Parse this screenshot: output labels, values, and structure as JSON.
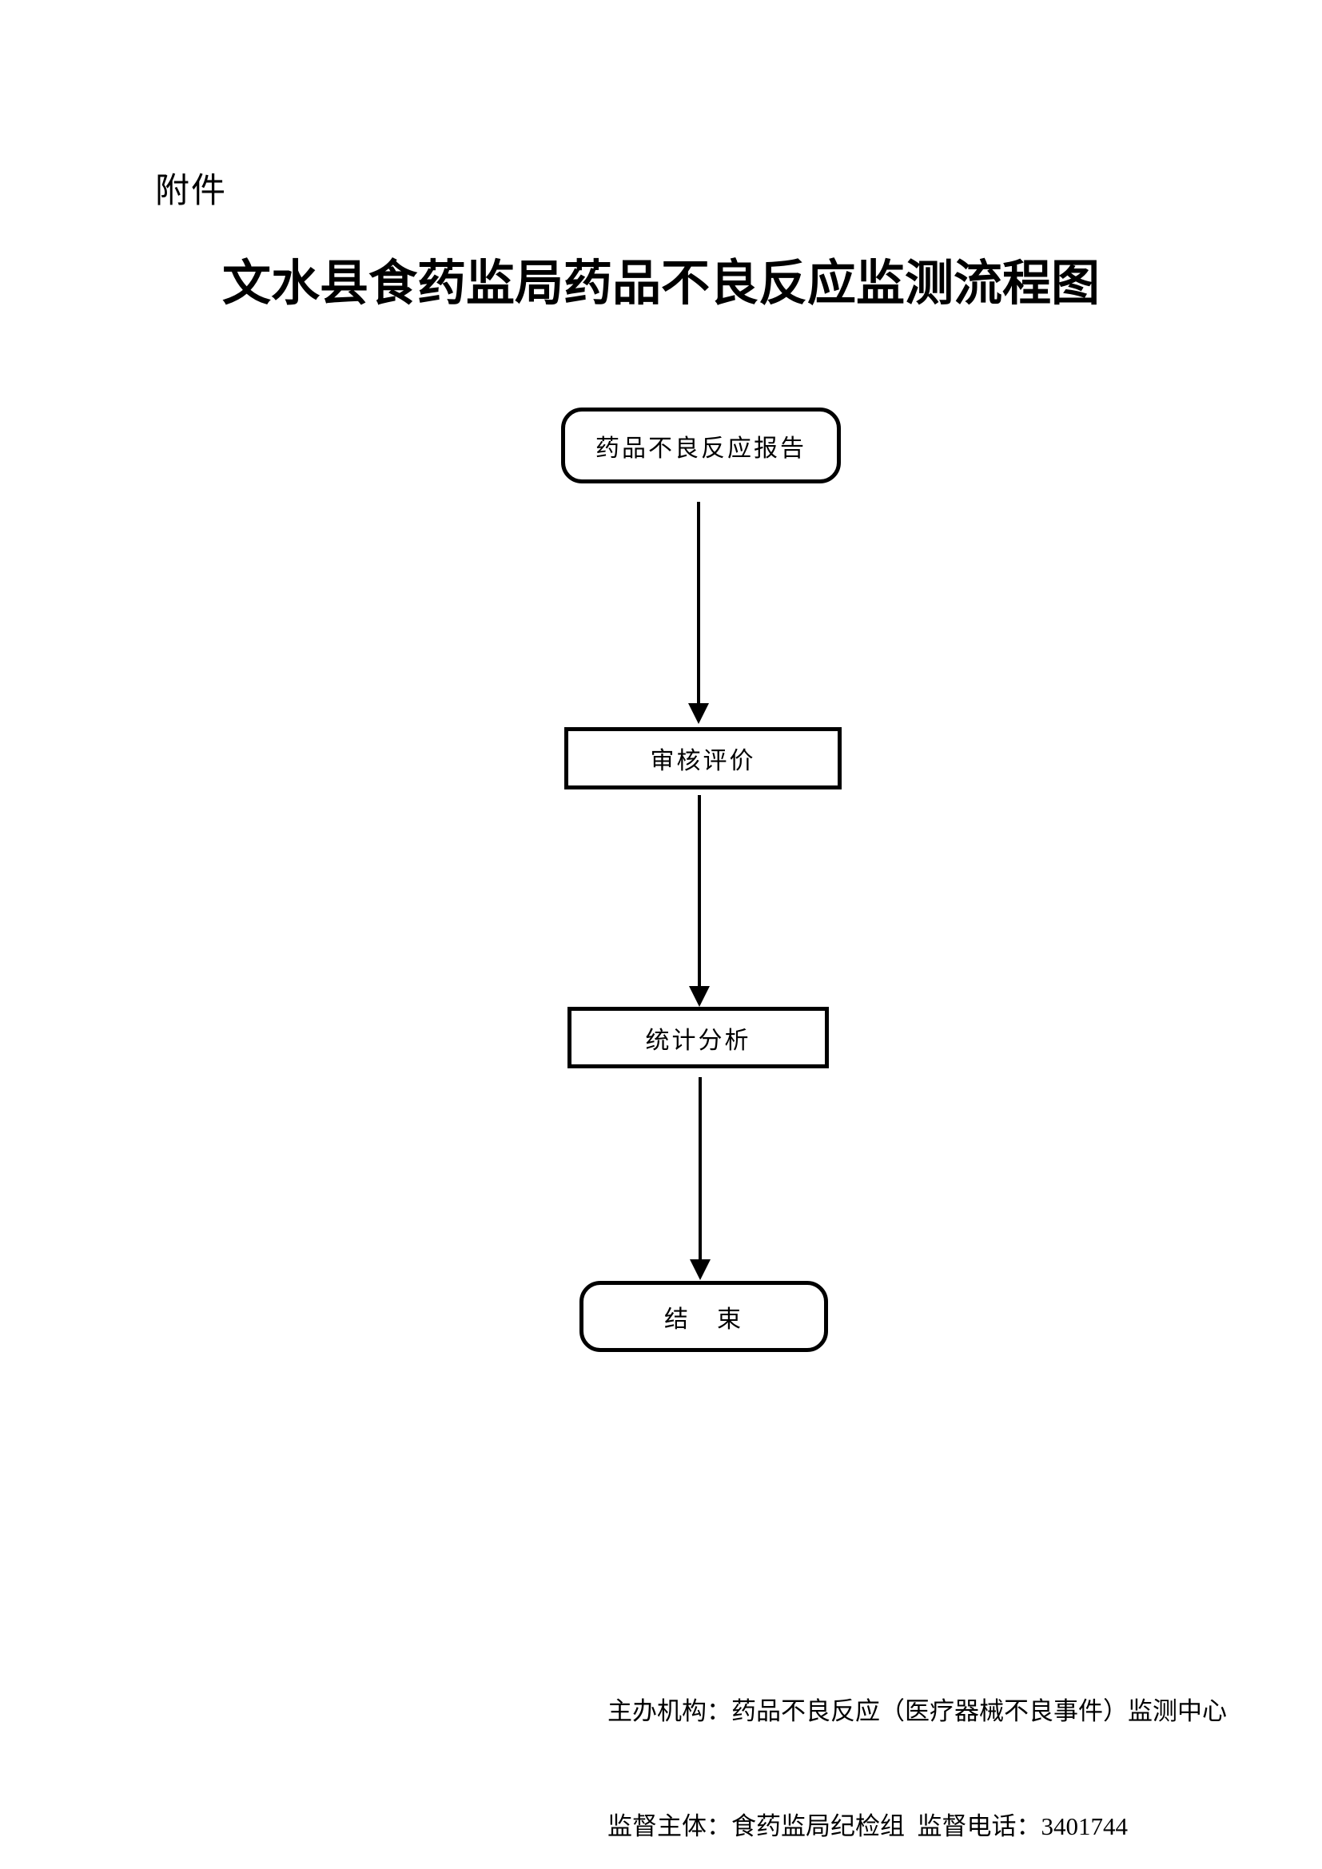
{
  "document": {
    "attachment_label": "附件",
    "title": "文水县食药监局药品不良反应监测流程图"
  },
  "flowchart": {
    "type": "vertical-flow",
    "steps": [
      {
        "id": 1,
        "label": "药品不良反应报告",
        "shape": "rounded"
      },
      {
        "id": 2,
        "label": "审核评价",
        "shape": "rectangle"
      },
      {
        "id": 3,
        "label": "统计分析",
        "shape": "rectangle"
      },
      {
        "id": 4,
        "label": "结　束",
        "shape": "rounded"
      }
    ],
    "connections": [
      {
        "from": "药品不良反应报告",
        "to": "审核评价",
        "direction": "down"
      },
      {
        "from": "审核评价",
        "to": "统计分析",
        "direction": "down"
      },
      {
        "from": "统计分析",
        "to": "结　束",
        "direction": "down"
      }
    ]
  },
  "footer": {
    "line1": "主办机构：药品不良反应（医疗器械不良事件）监测中心",
    "line2": "监督主体：食药监局纪检组  监督电话：3401744",
    "phone": "3401744"
  },
  "colors": {
    "text": "#000000",
    "background": "#ffffff",
    "line": "#000000"
  }
}
